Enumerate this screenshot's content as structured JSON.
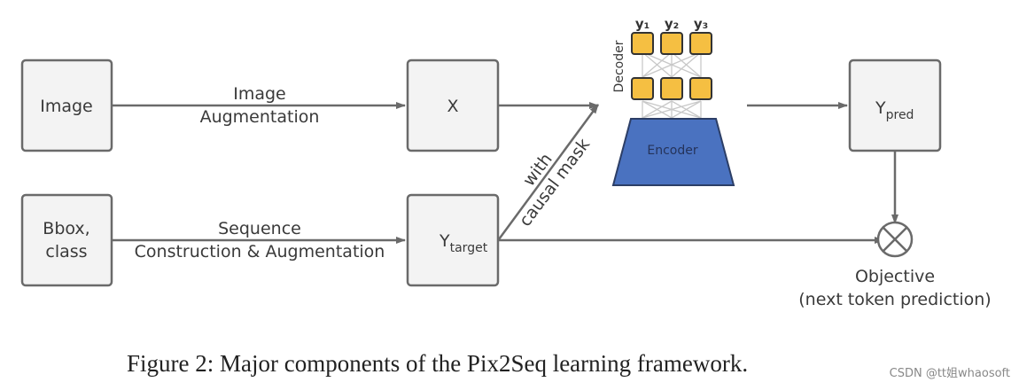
{
  "nodes": {
    "image": "Image",
    "bbox_line1": "Bbox,",
    "bbox_line2": "class",
    "x": "X",
    "ytarget_main": "Y",
    "ytarget_sub": "target",
    "ypred_main": "Y",
    "ypred_sub": "pred",
    "encoder": "Encoder",
    "decoder": "Decoder",
    "outputs": [
      "y₁",
      "y₂",
      "y₃"
    ]
  },
  "edges": {
    "image_aug_line1": "Image",
    "image_aug_line2": "Augmentation",
    "seq_line1": "Sequence",
    "seq_line2": "Construction & Augmentation",
    "mask_line1": "with",
    "mask_line2": "causal mask"
  },
  "objective": {
    "line1": "Objective",
    "line2": "(next token prediction)"
  },
  "caption": "Figure 2: Major components of the Pix2Seq learning framework.",
  "watermark": "CSDN @tt姐whaosoft",
  "colors": {
    "decoder_token": "#f5bf42",
    "encoder": "#4a72c0"
  }
}
